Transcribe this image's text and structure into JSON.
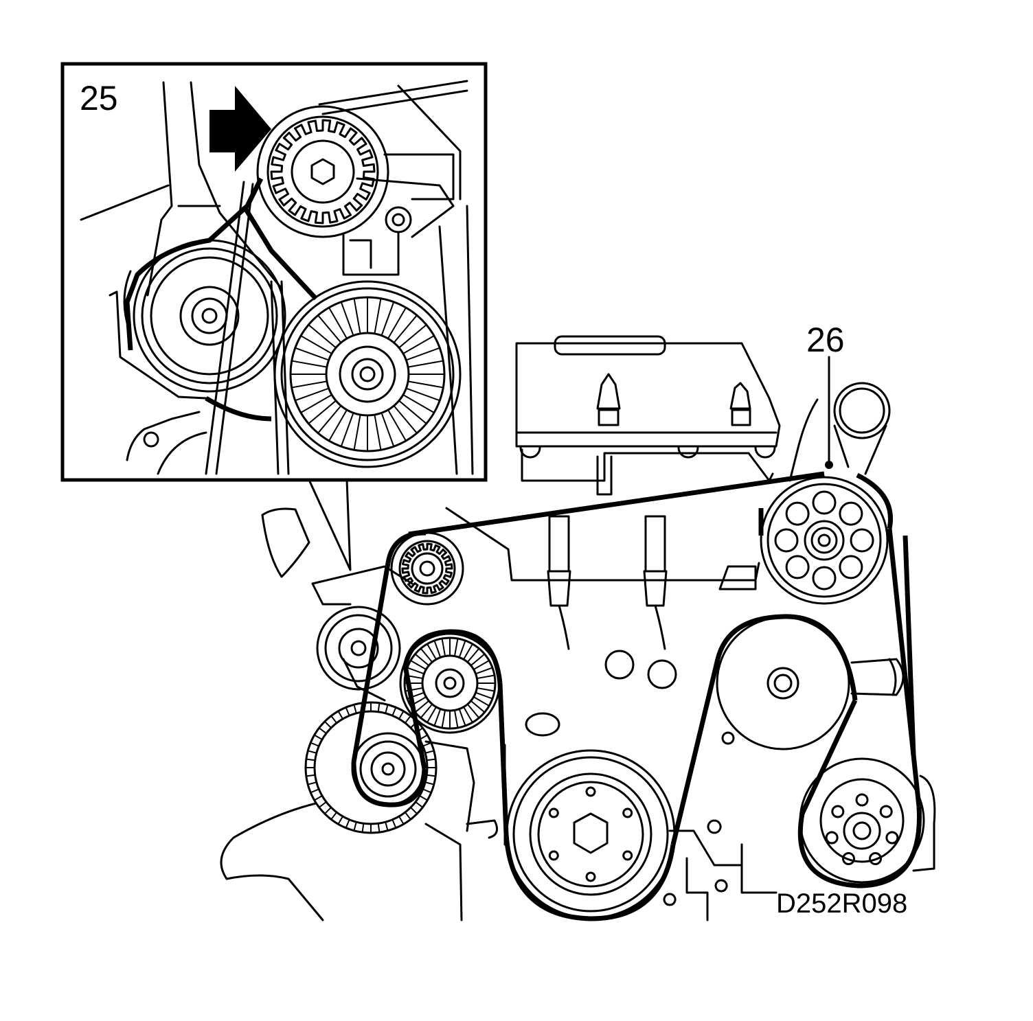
{
  "diagram": {
    "callouts": {
      "inset_label": "25",
      "belt_label": "26"
    },
    "figure_code": "D252R098",
    "icons": [
      "direction-arrow-icon"
    ]
  }
}
